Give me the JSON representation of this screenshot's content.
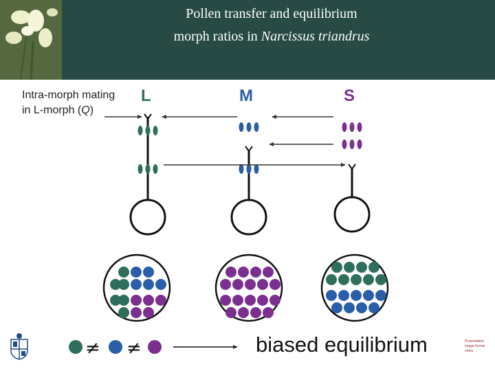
{
  "header": {
    "title_line1": "Pollen transfer and equilibrium",
    "title_line2_prefix": "morph ratios in",
    "title_line2_species": "Narcissus triandrus"
  },
  "diagram": {
    "intra_label_line1": "Intra-morph mating",
    "intra_label_line2_prefix": "in L-morph (",
    "intra_label_q": "Q",
    "intra_label_line2_suffix": ")",
    "morph_labels": [
      "L",
      "M",
      "S"
    ],
    "result_text": "biased equilibrium",
    "not_equal_symbol": "≠"
  },
  "colors": {
    "header_bg": "#274a45",
    "L_morph": "#2f6e5d",
    "M_morph": "#2a5ea8",
    "S_morph": "#7b2f8e",
    "title_text": "#ffffff"
  },
  "icons": [
    "narcissus-flower-photo",
    "university-crest-icon"
  ],
  "footer_note": [
    "Presentation",
    "image format",
    "notes"
  ]
}
